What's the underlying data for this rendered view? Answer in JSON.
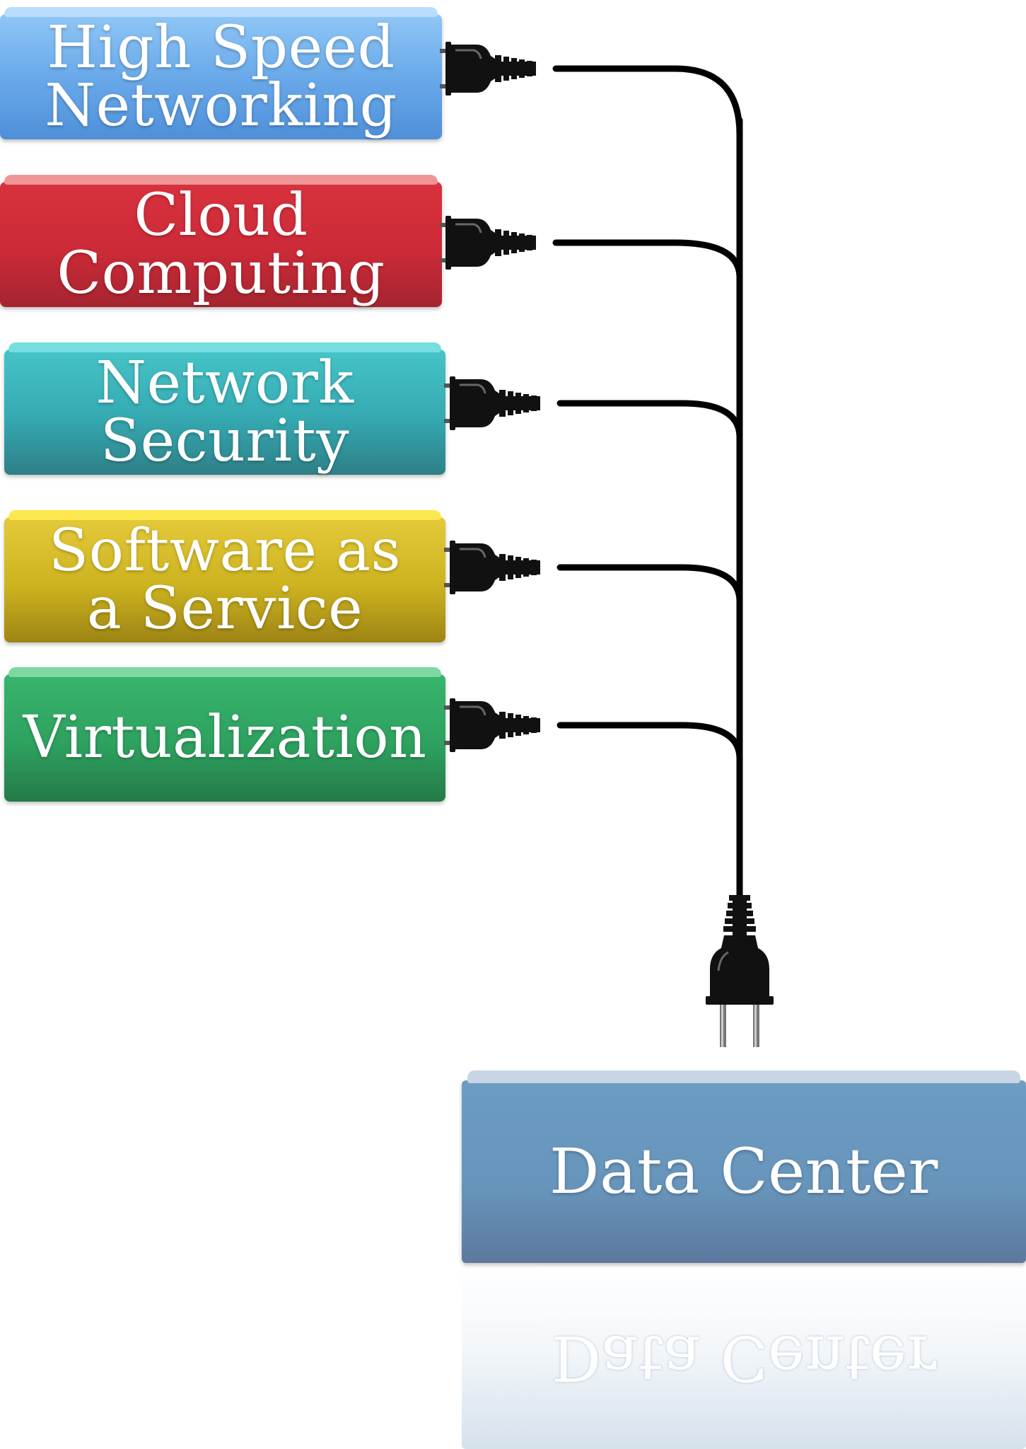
{
  "services": [
    {
      "label": "High Speed\nNetworking"
    },
    {
      "label": "Cloud\nComputing"
    },
    {
      "label": "Network\nSecurity"
    },
    {
      "label": "Software as\na Service"
    },
    {
      "label": "Virtualization"
    }
  ],
  "data_center": {
    "label": "Data Center"
  },
  "colors": {
    "blue": "#6aaaea",
    "red": "#cc2a37",
    "teal": "#35a9b1",
    "yellow": "#cdb31f",
    "green": "#2ea15f",
    "data_center": "#6794ba",
    "cable": "#000000"
  },
  "icons": [
    "plug-icon",
    "power-plug-icon"
  ]
}
